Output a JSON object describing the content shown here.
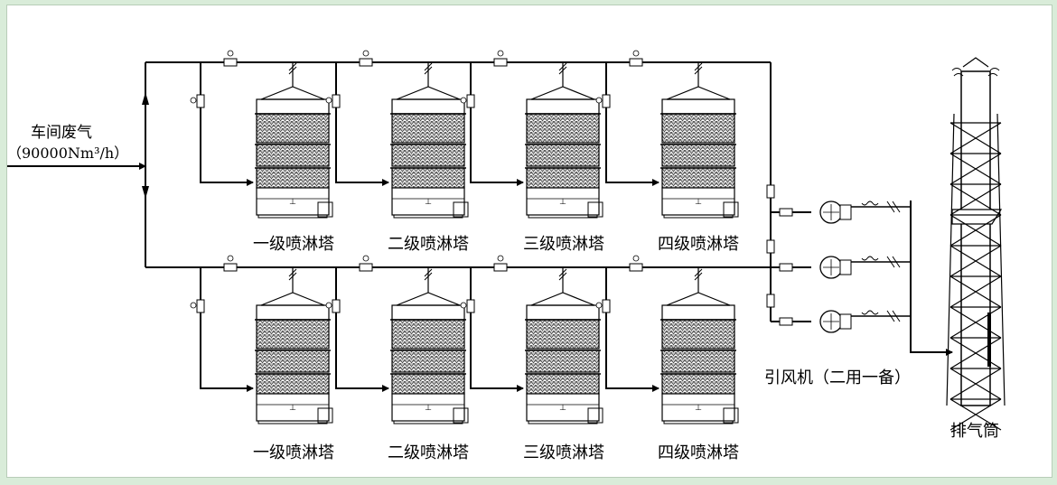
{
  "inlet": {
    "title": "车间废气",
    "flow": "（90000Nm³/h）"
  },
  "towers": {
    "top": [
      "一级喷淋塔",
      "二级喷淋塔",
      "三级喷淋塔",
      "四级喷淋塔"
    ],
    "bottom": [
      "一级喷淋塔",
      "二级喷淋塔",
      "三级喷淋塔",
      "四级喷淋塔"
    ]
  },
  "fans": {
    "label": "引风机（二用一备）"
  },
  "stack": {
    "label": "排气筒"
  }
}
